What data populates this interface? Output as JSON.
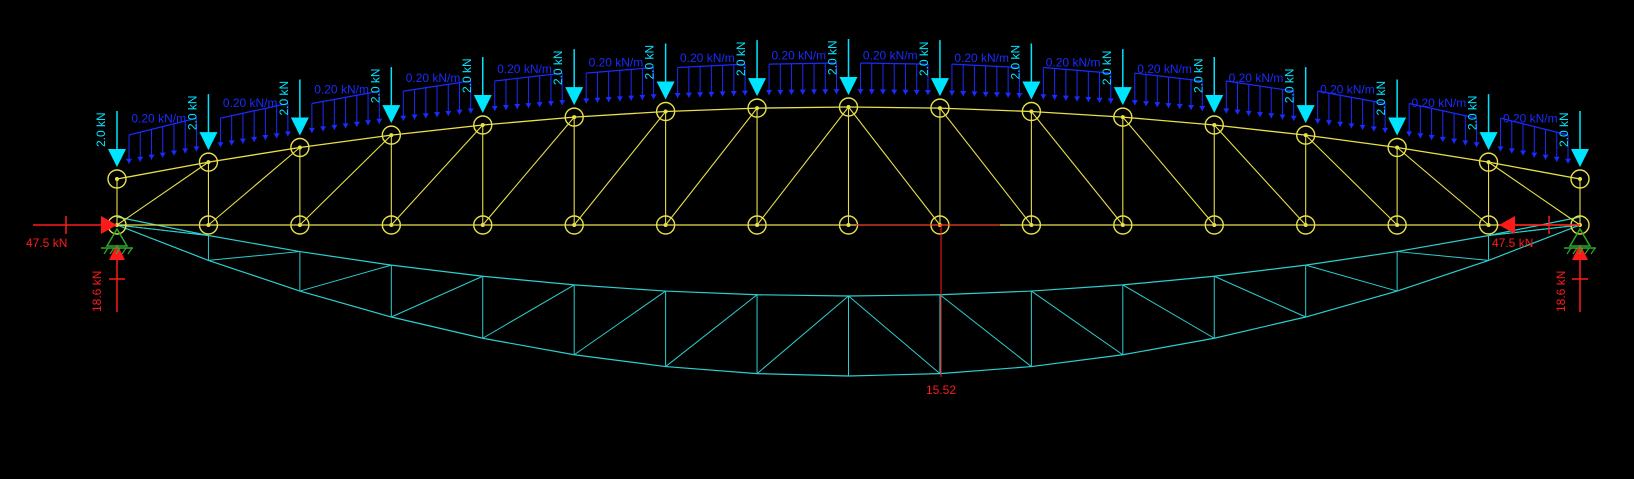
{
  "colors": {
    "background": "#000000",
    "truss": "#e8e04a",
    "deformed": "#2ccfcf",
    "point_load": "#00e5ff",
    "distributed_load": "#1a2bff",
    "reaction": "#ff1a1a",
    "support": "#2ea82e"
  },
  "loads": {
    "point_load_label": "2.0 kN",
    "distributed_load_label": "0.20 kN/m"
  },
  "reactions": {
    "left_horizontal": "47.5 kN",
    "left_vertical": "18.6 kN",
    "right_horizontal": "47.5 kN",
    "right_vertical": "18.6 kN"
  },
  "deflection": {
    "max_value": "15.52"
  },
  "icons": {
    "support": "pin-support-icon",
    "node": "node-circle-icon",
    "point_load": "down-arrow-icon",
    "reaction": "reaction-arrow-icon"
  }
}
